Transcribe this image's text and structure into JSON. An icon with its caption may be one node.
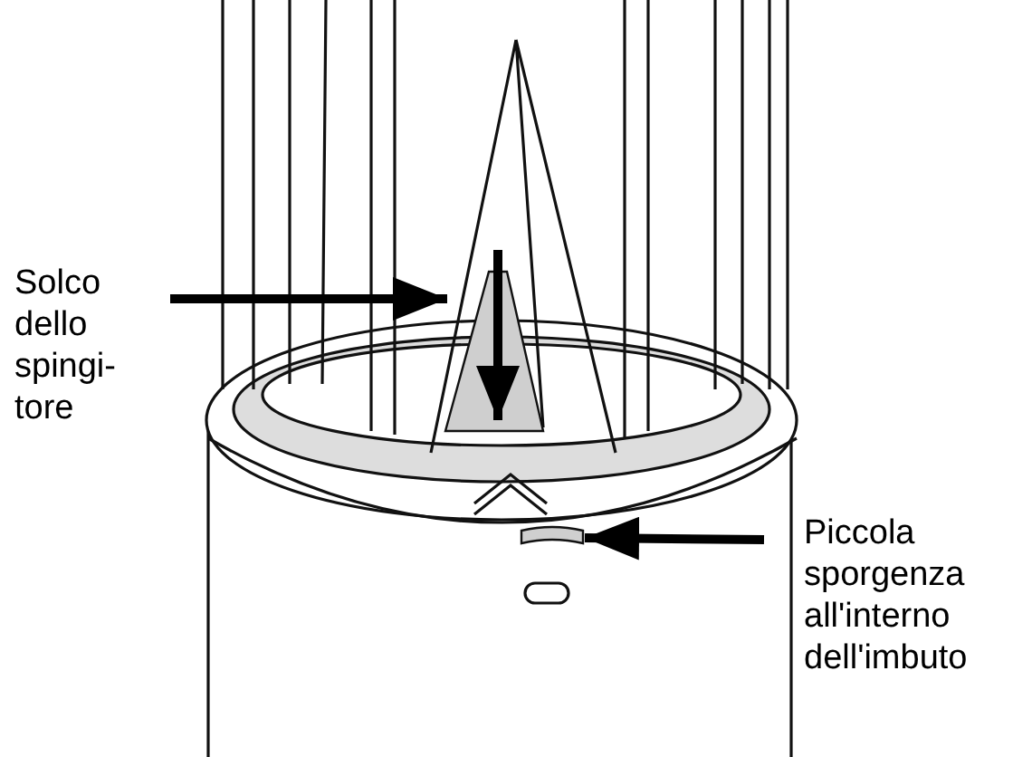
{
  "diagram": {
    "nodes": [
      {
        "text": [
          "Solco dello spingi-tore"
        ]
      },
      {
        "text": [],
        "shape": "box"
      },
      {
        "text": [
          "Piccola sporgenza all'interno dell'imbuto"
        ]
      },
      {
        "text": [],
        "shape": "box"
      }
    ],
    "edges": [
      {
        "from": 0,
        "to": 1,
        "arrow": "to"
      },
      {
        "from": null,
        "to": 1,
        "arrow": "to"
      },
      {
        "from": 2,
        "to": 3,
        "arrow": "to"
      }
    ]
  }
}
